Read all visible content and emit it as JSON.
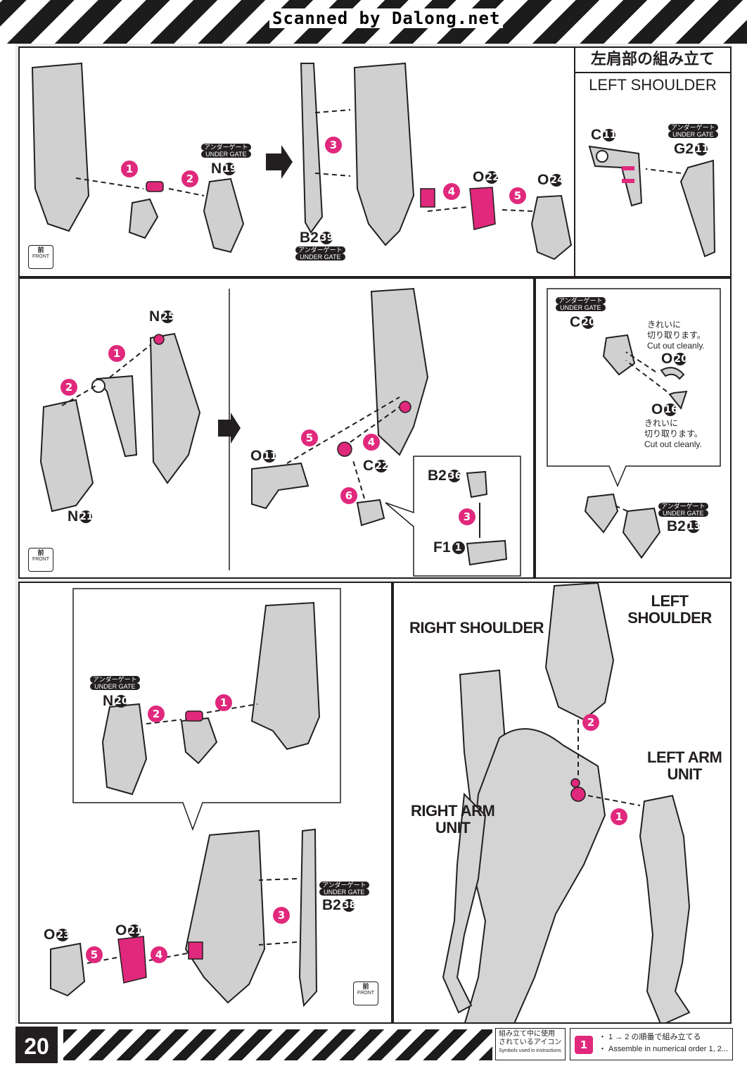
{
  "header": {
    "scan_credit": "Scanned by Dalong.net"
  },
  "panel_a": {
    "under_gate_jp": "アンダーゲート",
    "under_gate_en": "UNDER GATE",
    "parts": {
      "n19": "N",
      "n19_num": "19",
      "b239": "B2",
      "b239_num": "39",
      "o22": "O",
      "o22_num": "22",
      "o24": "O",
      "o24_num": "24"
    },
    "steps": [
      "1",
      "2",
      "3",
      "4",
      "5"
    ],
    "front_jp": "前",
    "front_en": "FRONT"
  },
  "panel_b": {
    "title_jp": "左肩部の組み立て",
    "title_en": "LEFT SHOULDER",
    "under_gate_jp": "アンダーゲート",
    "under_gate_en": "UNDER GATE",
    "c11": "C",
    "c11_num": "11",
    "g211": "G2",
    "g211_num": "11"
  },
  "panel_c": {
    "n25": "N",
    "n25_num": "25",
    "n21": "N",
    "n21_num": "21",
    "o11": "O",
    "o11_num": "11",
    "c22": "C",
    "c22_num": "22",
    "b236": "B2",
    "b236_num": "36",
    "f11": "F1",
    "f11_num": "1",
    "steps": [
      "1",
      "2",
      "3",
      "4",
      "5",
      "6"
    ],
    "front_jp": "前",
    "front_en": "FRONT"
  },
  "panel_d": {
    "under_gate_jp": "アンダーゲート",
    "under_gate_en": "UNDER GATE",
    "c20": "C",
    "c20_num": "20",
    "o20": "O",
    "o20_num": "20",
    "o16": "O",
    "o16_num": "16",
    "b213": "B2",
    "b213_num": "13",
    "cut_jp_1": "きれいに",
    "cut_jp_2": "切り取ります。",
    "cut_en": "Cut out cleanly."
  },
  "panel_e": {
    "under_gate_jp": "アンダーゲート",
    "under_gate_en": "UNDER GATE",
    "n20": "N",
    "n20_num": "20",
    "o23": "O",
    "o23_num": "23",
    "o21": "O",
    "o21_num": "21",
    "b238": "B2",
    "b238_num": "38",
    "steps": [
      "1",
      "2",
      "3",
      "4",
      "5"
    ],
    "front_jp": "前",
    "front_en": "FRONT"
  },
  "panel_f": {
    "left_shoulder": "LEFT SHOULDER",
    "right_shoulder": "RIGHT SHOULDER",
    "left_arm_1": "LEFT ARM",
    "left_arm_2": "UNIT",
    "right_arm_1": "RIGHT ARM",
    "right_arm_2": "UNIT",
    "steps": [
      "1",
      "2"
    ]
  },
  "footer": {
    "page_number": "20",
    "legend_jp_1": "組み立て中に使用",
    "legend_jp_2": "されているアイコン",
    "legend_en": "Symbols used in instructions",
    "legend_step": "1",
    "legend_text_jp": "・ 1 → 2 の順番で組み立てる",
    "legend_text_en": "・ Assemble in numerical order 1, 2..."
  },
  "colors": {
    "accent": "#e0297c",
    "ink": "#231f20",
    "part_gray": "#c9c9c9",
    "panel_bg": "#ffffff",
    "frame_bg": "#ececec"
  }
}
